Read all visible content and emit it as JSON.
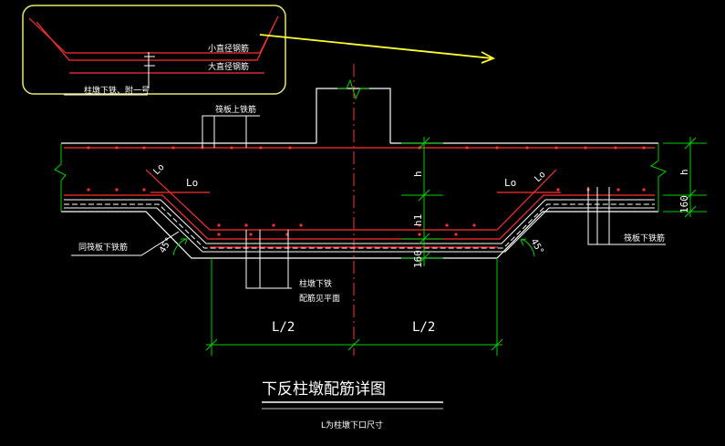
{
  "title": "下反柱墩配筋详图",
  "subtitle": "L为柱墩下口尺寸",
  "colors": {
    "background": "#000000",
    "white": "#ffffff",
    "green": "#00d000",
    "red": "#ff3030",
    "yellow": "#ffff33",
    "highlight_box": "#e8e86a"
  },
  "callout": {
    "small_bar": "小直径钢筋",
    "large_bar": "大直径钢筋",
    "column_pier_bottom": "柱墩下铁、附一号"
  },
  "labels": {
    "raft_top_bar": "筏板上铁筋",
    "raft_bottom_bar_left": "同筏板下铁筋",
    "raft_bottom_bar_right": "筏板下铁筋",
    "pier_bottom_bar_1": "柱墩下铁",
    "pier_bottom_bar_2": "配筋见平面",
    "lo_left": "Lo",
    "lo_right": "Lo",
    "lo_diag_left": "Lo",
    "lo_diag_right": "Lo",
    "angle_left": "45°",
    "angle_right": "45°",
    "dim_h_top": "h",
    "dim_h1": "h1",
    "dim_160_left": "160",
    "dim_h_right": "h",
    "dim_160_right": "160",
    "half_left": "L/2",
    "half_right": "L/2"
  }
}
